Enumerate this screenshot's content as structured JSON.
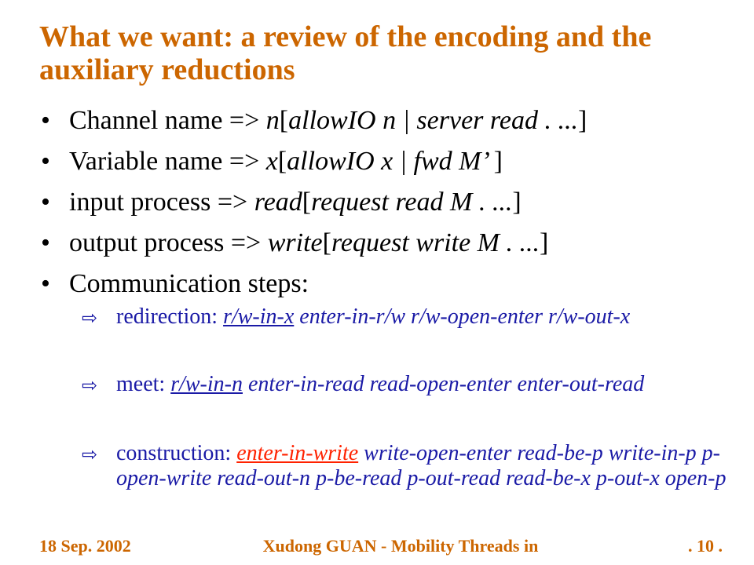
{
  "slide": {
    "title": "What we want: a review of the encoding and the auxiliary reductions",
    "bullets": [
      {
        "plain": "Channel name => ",
        "italic_a": "n",
        "plain2": "[",
        "italic_b": "allowIO n | server read . ...",
        "plain3": "]"
      },
      {
        "plain": "Variable name => ",
        "italic_a": "x",
        "plain2": "[",
        "italic_b": "allowIO x | fwd M’ ",
        "plain3": "]"
      },
      {
        "plain": "input process => ",
        "italic_a": "read",
        "plain2": "[",
        "italic_b": "request read M . ...",
        "plain3": "]"
      },
      {
        "plain": "output process => ",
        "italic_a": "write",
        "plain2": "[",
        "italic_b": "request write M . ...",
        "plain3": "]"
      },
      {
        "plain": "Communication steps:"
      }
    ],
    "steps": [
      {
        "label": "redirection: ",
        "first": "r/w-in-x",
        "rest": " enter-in-r/w r/w-open-enter r/w-out-x"
      },
      {
        "label": "meet: ",
        "first": "r/w-in-n",
        "rest": " enter-in-read read-open-enter enter-out-read"
      },
      {
        "label": "construction: ",
        "first": "enter-in-write",
        "rest": " write-open-enter read-be-p write-in-p p-open-write read-out-n p-be-read p-out-read read-be-x p-out-x open-p"
      }
    ]
  },
  "footer": {
    "date": "18 Sep. 2002",
    "author": "Xudong GUAN - Mobility Threads in",
    "page": ". 10 ."
  },
  "colors": {
    "title": "#cc6600",
    "steps": "#1a1aa6",
    "highlight": "#ff2200"
  },
  "icons": {
    "bullet": "dot-bullet",
    "sub_bullet": "hollow-arrow-right-icon"
  }
}
